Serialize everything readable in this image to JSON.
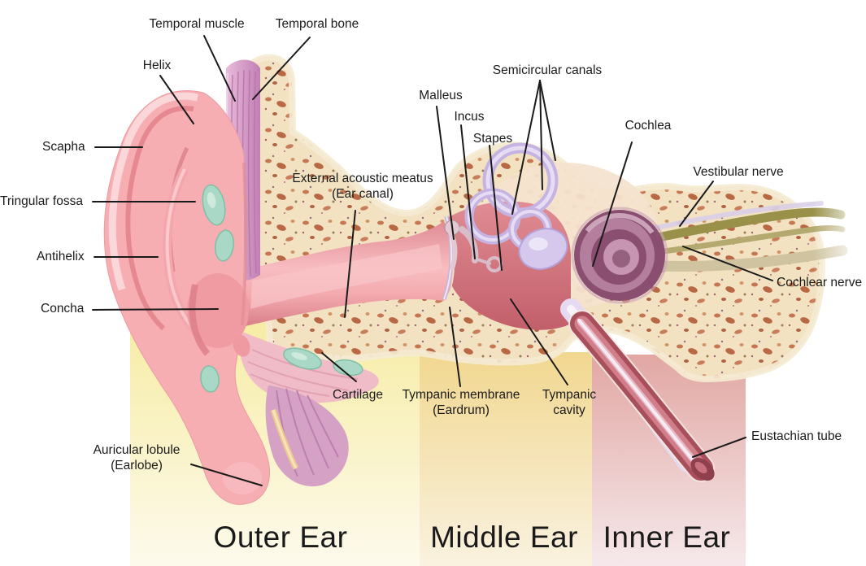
{
  "figure": {
    "type": "anatomical-diagram",
    "subject": "Human ear anatomy (outer, middle and inner ear)"
  },
  "labels": {
    "temporal_muscle": "Temporal muscle",
    "temporal_bone": "Temporal bone",
    "helix": "Helix",
    "scapha": "Scapha",
    "tringular_fossa": "Tringular fossa",
    "antihelix": "Antihelix",
    "concha": "Concha",
    "auricular_lobule": "Auricular lobule\n(Earlobe)",
    "external_acoustic_meatus": "External acoustic meatus\n(Ear canal)",
    "malleus": "Malleus",
    "incus": "Incus",
    "stapes": "Stapes",
    "semicircular_canals": "Semicircular canals",
    "cochlea": "Cochlea",
    "vestibular_nerve": "Vestibular nerve",
    "cochlear_nerve": "Cochlear nerve",
    "cartilage": "Cartilage",
    "tympanic_membrane": "Tympanic membrane\n(Eardrum)",
    "tympanic_cavity": "Tympanic\ncavity",
    "eustachian_tube": "Eustachian tube"
  },
  "zones": {
    "outer": {
      "label": "Outer Ear",
      "top_color": "#f6eb9e",
      "bottom_color": "#fdfaec"
    },
    "middle": {
      "label": "Middle Ear",
      "top_color": "#f1d78f",
      "bottom_color": "#faf2e0"
    },
    "inner": {
      "label": "Inner Ear",
      "top_color": "#e1a7a3",
      "bottom_color": "#f6e9eb"
    }
  },
  "text_color": "#1a1a1a"
}
